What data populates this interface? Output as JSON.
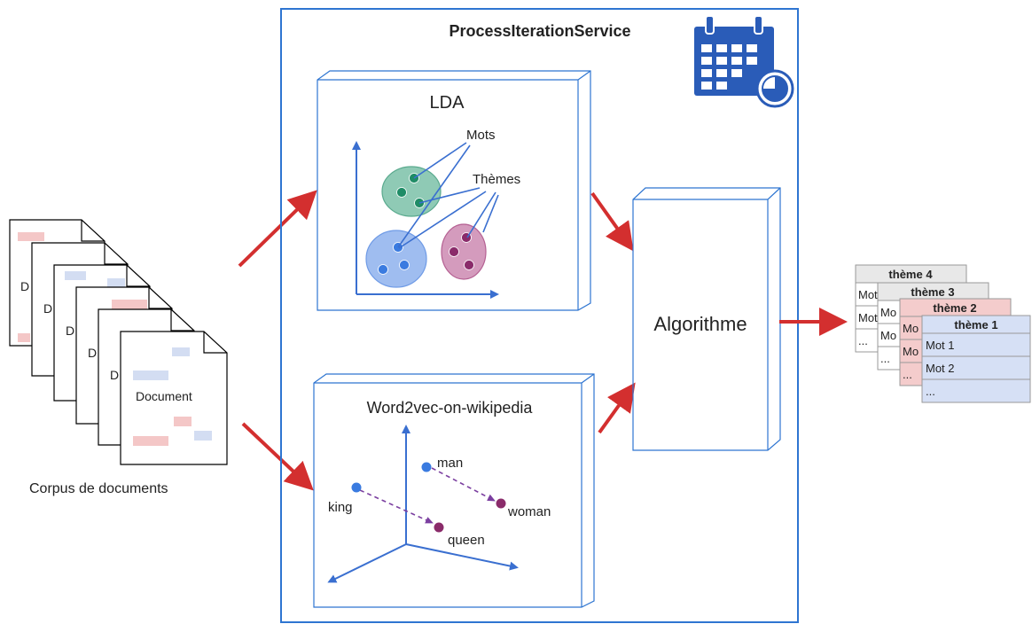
{
  "service": {
    "title": "ProcessIterationService",
    "icon": "calendar-clock-icon"
  },
  "corpus": {
    "caption": "Corpus de documents",
    "front_document_label": "Document",
    "back_document_label": "D"
  },
  "lda": {
    "title": "LDA",
    "words_label": "Mots",
    "themes_label": "Thèmes"
  },
  "word2vec": {
    "title": "Word2vec-on-wikipedia",
    "points": [
      "man",
      "woman",
      "king",
      "queen"
    ]
  },
  "algorithm": {
    "label": "Algorithme"
  },
  "output_tables": [
    {
      "header": "thème 4",
      "rows": [
        "Mot",
        "Mot",
        "..."
      ],
      "color": "#e8e8e8"
    },
    {
      "header": "thème 3",
      "rows": [
        "Mo",
        "Mo",
        "..."
      ],
      "color": "#e8e8e8"
    },
    {
      "header": "thème 2",
      "rows": [
        "Mo",
        "Mo",
        "..."
      ],
      "color": "#f4cccc"
    },
    {
      "header": "thème 1",
      "rows": [
        "Mot 1",
        "Mot 2",
        "..."
      ],
      "color": "#d6e0f5"
    }
  ],
  "colors": {
    "frame_blue": "#2e75d1",
    "arrow_red": "#d32f2f",
    "axis_blue": "#3a6fd0",
    "cluster_green": "#5aaa8e",
    "cluster_blue": "#6f9be6",
    "cluster_purple": "#b56193",
    "dot_purple": "#7b2a62",
    "dashed_purple": "#7b3fa0"
  }
}
